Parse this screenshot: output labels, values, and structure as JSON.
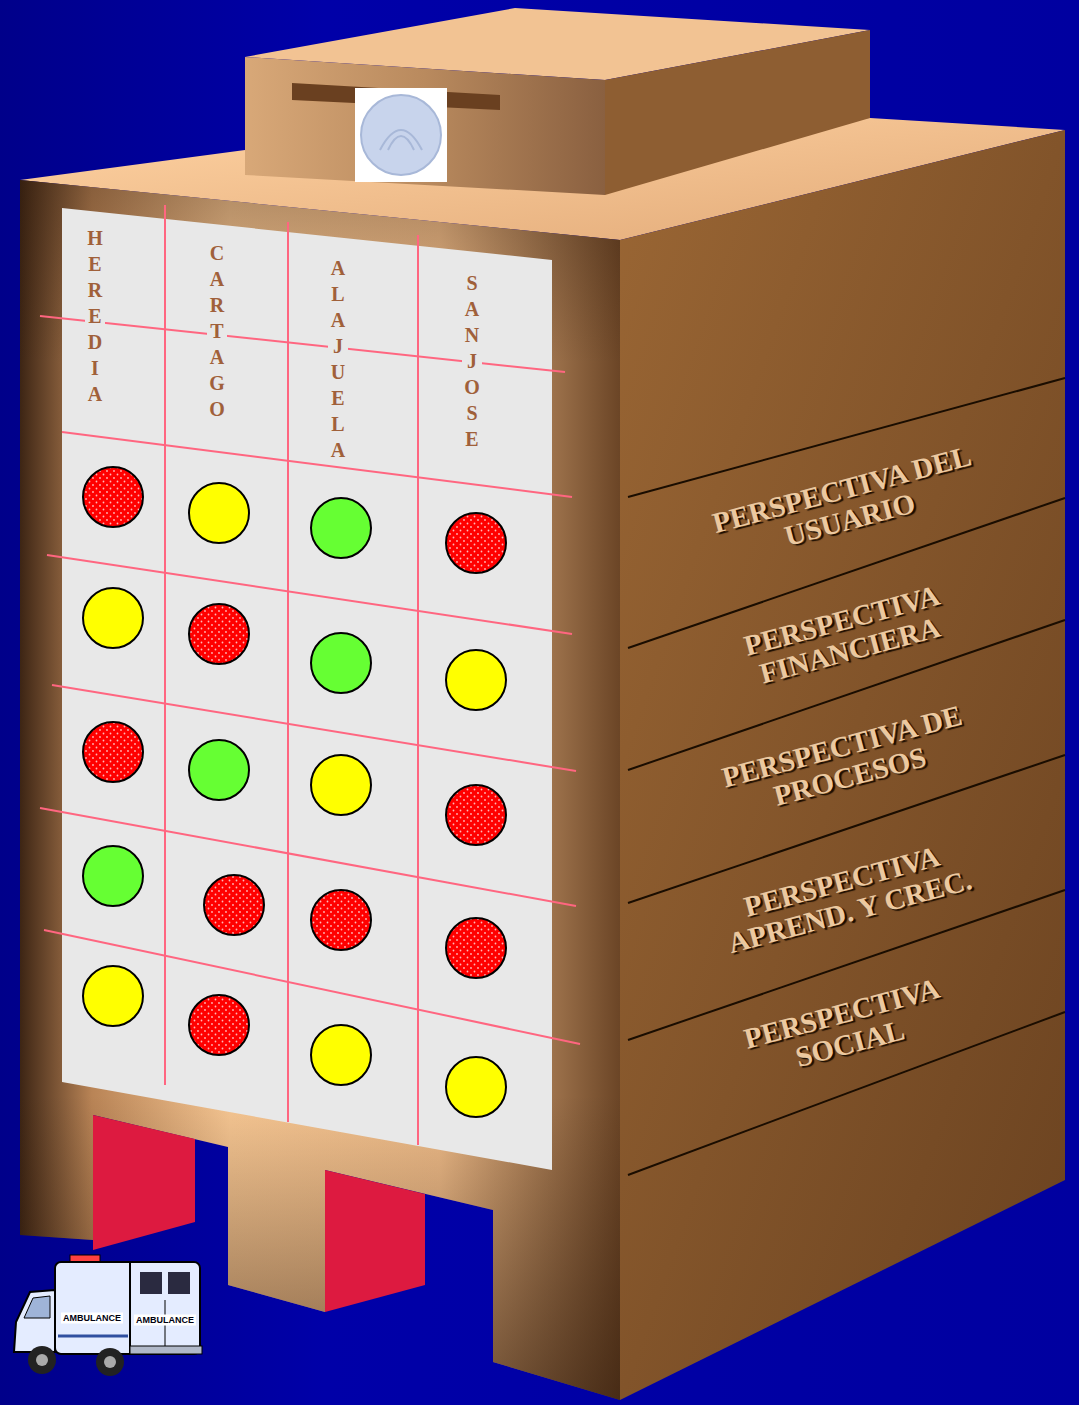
{
  "diagram": {
    "nodes": [
      {
        "text": [
          "PERSPECTIVA DEL USUARIO"
        ]
      },
      {
        "text": [
          "PERSPECTIVA FINANCIERA"
        ]
      },
      {
        "text": [
          "PERSPECTIVA DE PROCESOS"
        ]
      },
      {
        "text": [
          "PERSPECTIVA APREND. Y CREC."
        ]
      },
      {
        "text": [
          "PERSPECTIVA SOCIAL"
        ]
      }
    ],
    "labels": [
      "HEREDIA",
      "CARTAGO",
      "ALAJUELA",
      "SANJOSE",
      "AMBULANCE",
      "AMBULANCE"
    ]
  }
}
